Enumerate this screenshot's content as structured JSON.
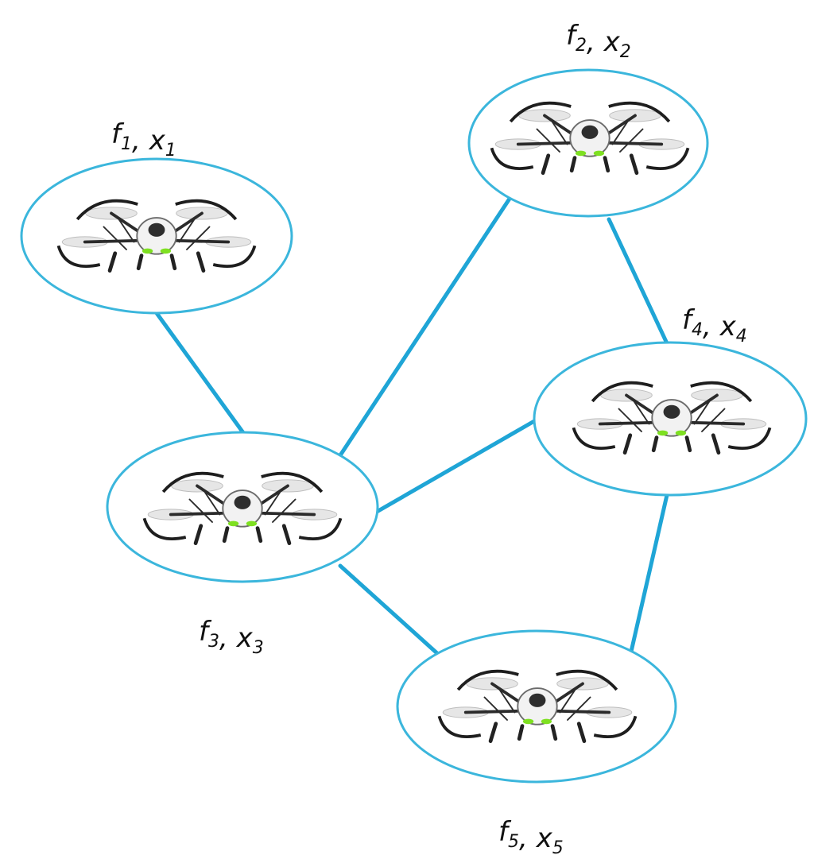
{
  "nodes": [
    {
      "id": "1",
      "f": "f",
      "f_sub": "1",
      "x": "x",
      "x_sub": "1",
      "icon": "drone-icon"
    },
    {
      "id": "2",
      "f": "f",
      "f_sub": "2",
      "x": "x",
      "x_sub": "2",
      "icon": "drone-icon"
    },
    {
      "id": "3",
      "f": "f",
      "f_sub": "3",
      "x": "x",
      "x_sub": "3",
      "icon": "drone-icon"
    },
    {
      "id": "4",
      "f": "f",
      "f_sub": "4",
      "x": "x",
      "x_sub": "4",
      "icon": "drone-icon"
    },
    {
      "id": "5",
      "f": "f",
      "f_sub": "5",
      "x": "x",
      "x_sub": "5",
      "icon": "drone-icon"
    }
  ],
  "edges": [
    {
      "from": "1",
      "to": "3"
    },
    {
      "from": "2",
      "to": "3"
    },
    {
      "from": "2",
      "to": "4"
    },
    {
      "from": "3",
      "to": "4"
    },
    {
      "from": "3",
      "to": "5"
    },
    {
      "from": "4",
      "to": "5"
    }
  ],
  "colors": {
    "edge": "#1fa5d6",
    "node_border": "#3bb6dc",
    "drone_led": "#7ee021"
  }
}
